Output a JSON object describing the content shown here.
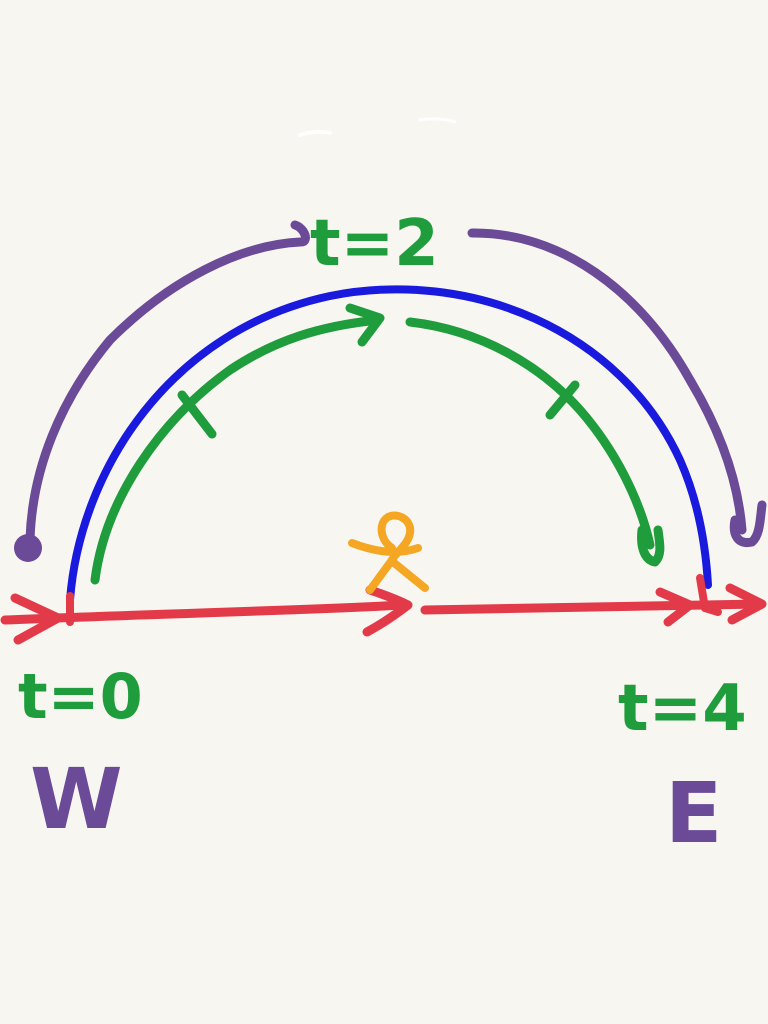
{
  "labels": {
    "t_start": "t=0",
    "t_mid": "t=2",
    "t_end": "t=4",
    "west": "W",
    "east": "E"
  },
  "colors": {
    "background": "#f8f6f1",
    "blue_arc": "#1a1adf",
    "green": "#1f9c3c",
    "purple": "#6b4a98",
    "red": "#e23a48",
    "orange": "#f5a623"
  },
  "icons": {
    "person": "stick-figure-icon"
  }
}
